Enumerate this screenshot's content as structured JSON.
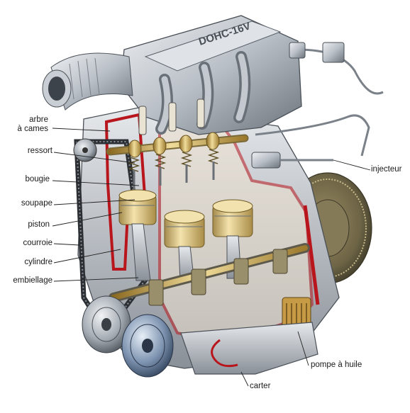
{
  "diagram": {
    "engine_badge": "DOHC-16V",
    "labels": {
      "arbre_line1": "arbre",
      "arbre_line2": "à cames",
      "ressort": "ressort",
      "bougie": "bougie",
      "soupape": "soupape",
      "piston": "piston",
      "courroie": "courroie",
      "cylindre": "cylindre",
      "embiellage": "embiellage",
      "injecteur": "injecteur",
      "pompe": "pompe à huile",
      "carter": "carter"
    },
    "colors": {
      "section_red": "#b8161c",
      "metal_light": "#d9dde2",
      "metal_mid": "#a7adb4",
      "metal_dark": "#5e646b",
      "brass": "#c9a24a",
      "piston_gold": "#d9bf7a",
      "leader_line": "#222222"
    }
  }
}
